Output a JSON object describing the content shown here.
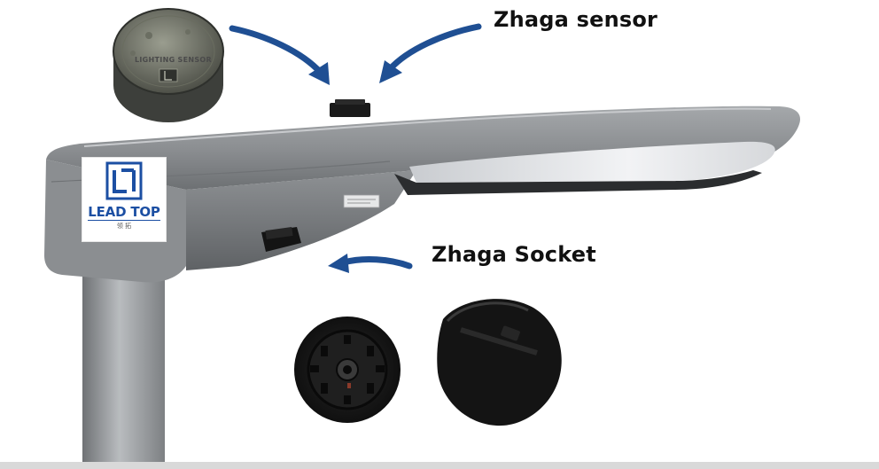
{
  "labels": {
    "sensor": "Zhaga sensor",
    "socket": "Zhaga Socket"
  },
  "logo": {
    "brand": "LEAD TOP",
    "subtitle": "领 拓",
    "color": "#1c4fa3"
  },
  "sensor_module": {
    "printed_text": "LIGHTING SENSOR"
  },
  "colors": {
    "arrow": "#1f4f93",
    "luminaire_body": "#8a8d90",
    "socket_black": "#1a1a1a"
  },
  "icons": [
    "curved-arrow-icon",
    "logo-icon"
  ]
}
